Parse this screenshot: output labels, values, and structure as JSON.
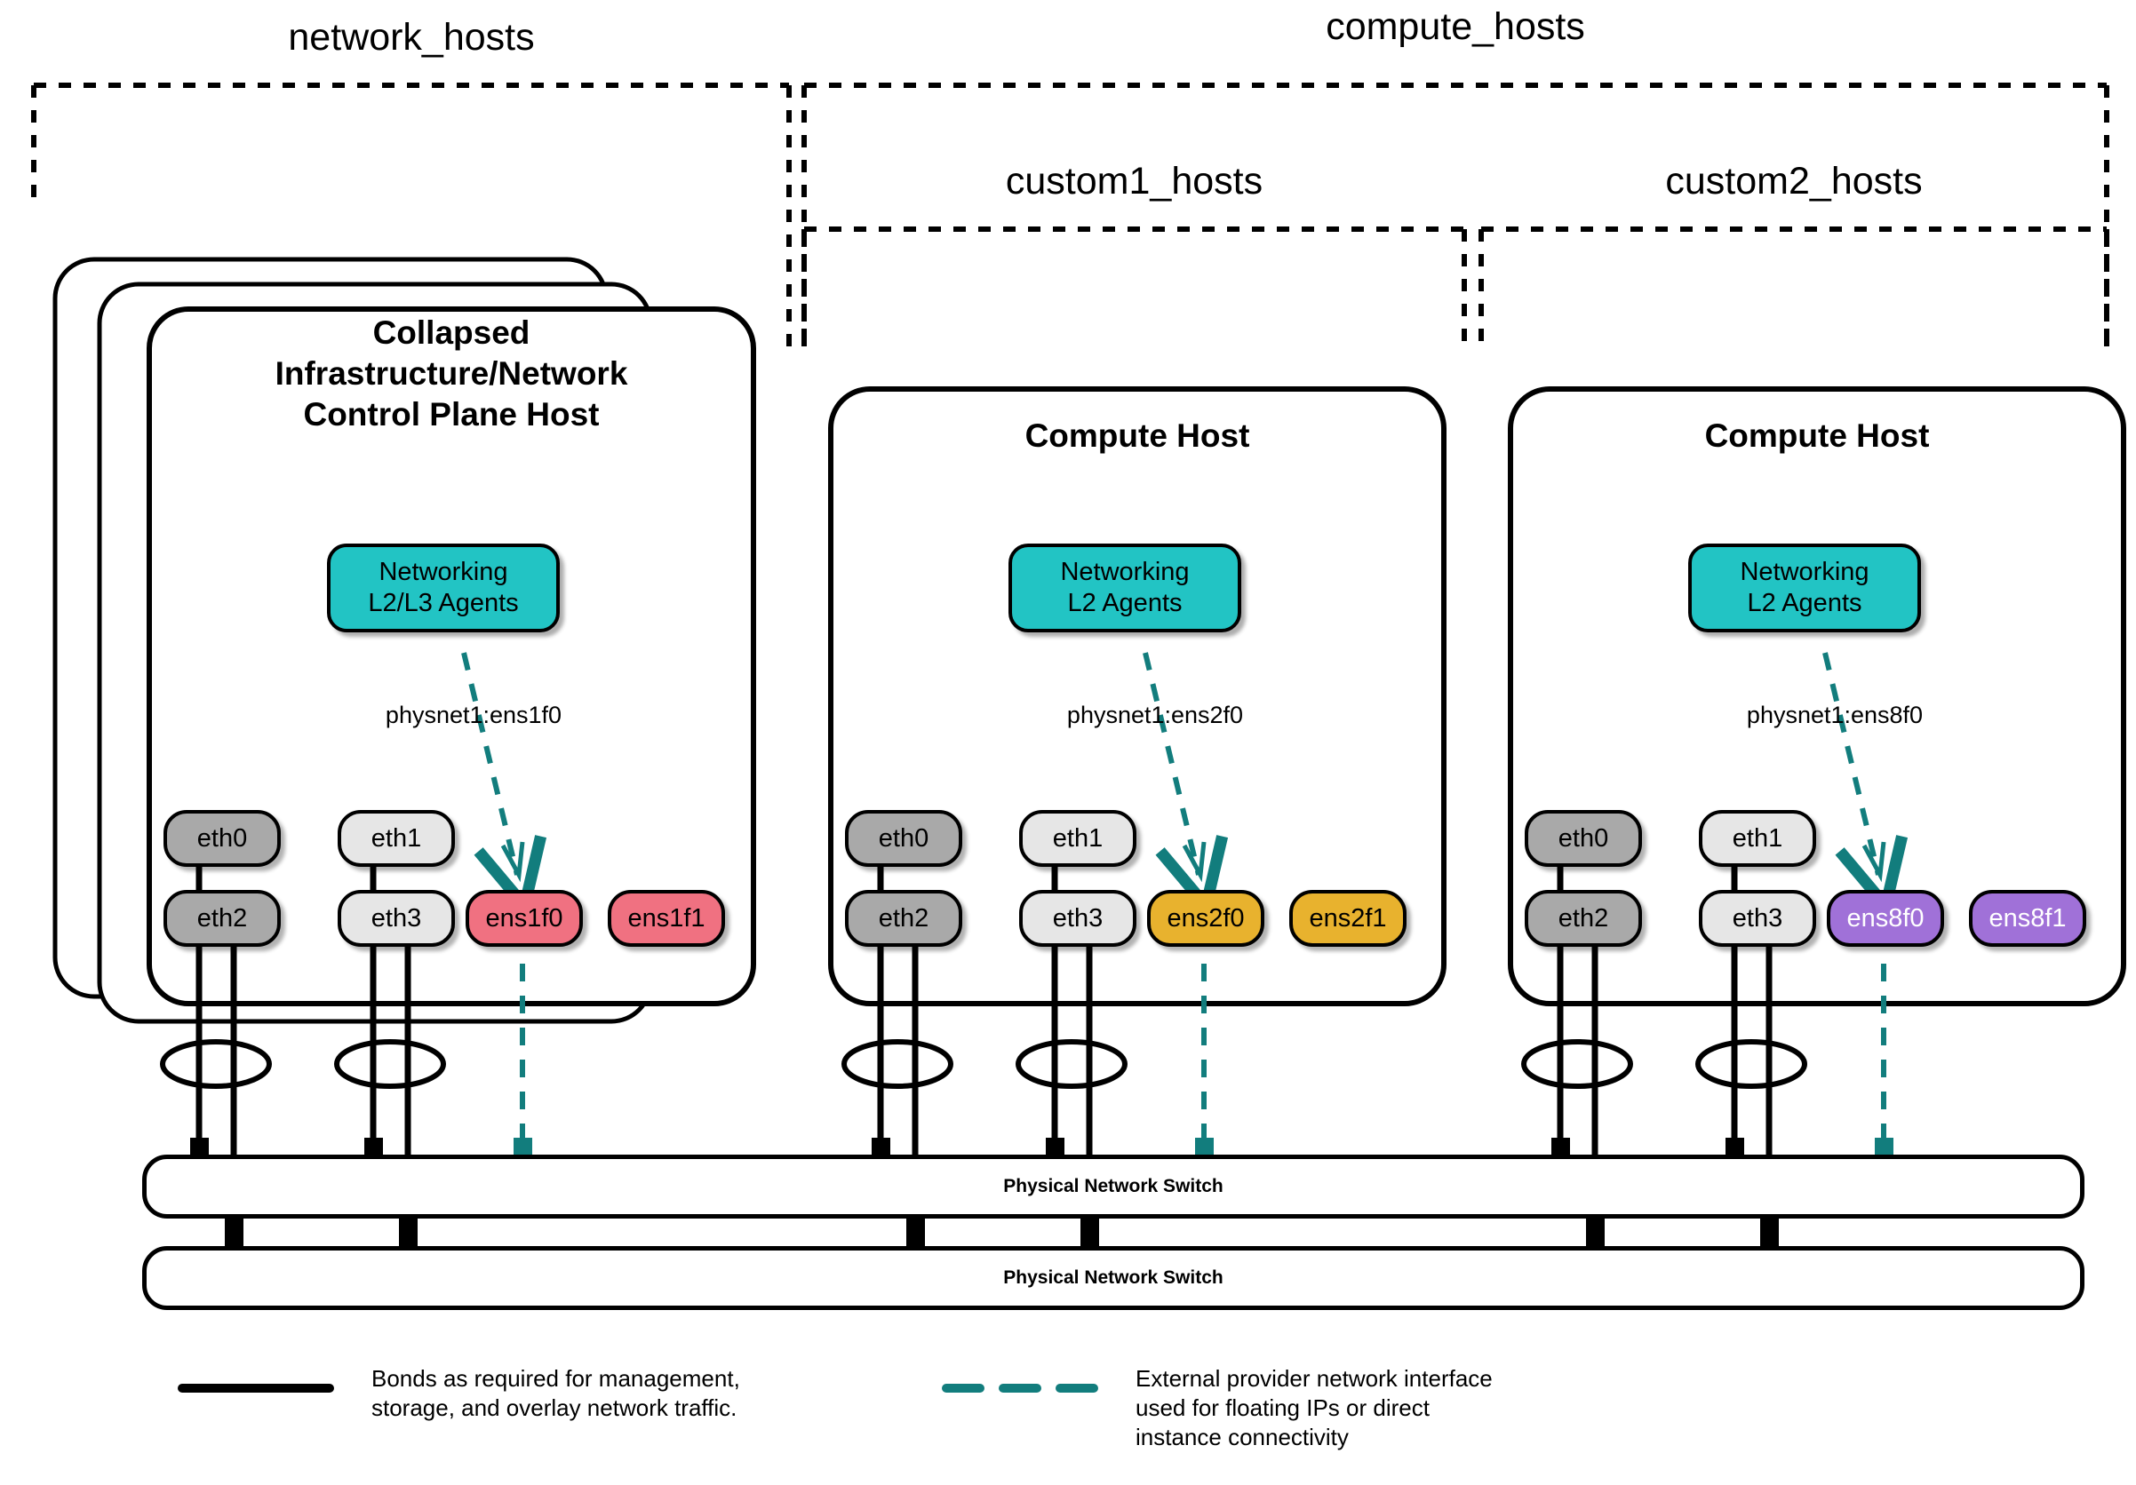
{
  "groups": [
    {
      "id": "network_hosts",
      "label": "network_hosts"
    },
    {
      "id": "compute_hosts",
      "label": "compute_hosts"
    },
    {
      "id": "custom1_hosts",
      "label": "custom1_hosts"
    },
    {
      "id": "custom2_hosts",
      "label": "custom2_hosts"
    }
  ],
  "hosts": [
    {
      "id": "control-plane-host",
      "title": "Collapsed\nInfrastructure/Network\nControl Plane Host",
      "stacked": true,
      "agent": {
        "label": "Networking\nL2/L3 Agents",
        "color": "#22c4c4"
      },
      "physnet": "physnet1:ens1f0",
      "nics_top": [
        {
          "name": "eth0",
          "color": "#a9a9a9",
          "text_color": "#000000"
        },
        {
          "name": "eth1",
          "color": "#e6e6e6",
          "text_color": "#000000"
        }
      ],
      "nics_bottom": [
        {
          "name": "eth2",
          "color": "#a9a9a9",
          "text_color": "#000000"
        },
        {
          "name": "eth3",
          "color": "#e6e6e6",
          "text_color": "#000000"
        },
        {
          "name": "ens1f0",
          "color": "#f07181",
          "text_color": "#000000"
        },
        {
          "name": "ens1f1",
          "color": "#f07181",
          "text_color": "#000000"
        }
      ]
    },
    {
      "id": "compute-host-1",
      "title": "Compute Host",
      "stacked": false,
      "agent": {
        "label": "Networking\nL2 Agents",
        "color": "#22c4c4"
      },
      "physnet": "physnet1:ens2f0",
      "nics_top": [
        {
          "name": "eth0",
          "color": "#a9a9a9",
          "text_color": "#000000"
        },
        {
          "name": "eth1",
          "color": "#e6e6e6",
          "text_color": "#000000"
        }
      ],
      "nics_bottom": [
        {
          "name": "eth2",
          "color": "#a9a9a9",
          "text_color": "#000000"
        },
        {
          "name": "eth3",
          "color": "#e6e6e6",
          "text_color": "#000000"
        },
        {
          "name": "ens2f0",
          "color": "#e8b22e",
          "text_color": "#000000"
        },
        {
          "name": "ens2f1",
          "color": "#e8b22e",
          "text_color": "#000000"
        }
      ]
    },
    {
      "id": "compute-host-2",
      "title": "Compute Host",
      "stacked": false,
      "agent": {
        "label": "Networking\nL2 Agents",
        "color": "#22c4c4"
      },
      "physnet": "physnet1:ens8f0",
      "nics_top": [
        {
          "name": "eth0",
          "color": "#a9a9a9",
          "text_color": "#000000"
        },
        {
          "name": "eth1",
          "color": "#e6e6e6",
          "text_color": "#000000"
        }
      ],
      "nics_bottom": [
        {
          "name": "eth2",
          "color": "#a9a9a9",
          "text_color": "#000000"
        },
        {
          "name": "eth3",
          "color": "#e6e6e6",
          "text_color": "#000000"
        },
        {
          "name": "ens8f0",
          "color": "#a071d8",
          "text_color": "#ffffff"
        },
        {
          "name": "ens8f1",
          "color": "#a071d8",
          "text_color": "#ffffff"
        }
      ]
    }
  ],
  "switches": [
    {
      "id": "switch-top",
      "label": "Physical Network Switch"
    },
    {
      "id": "switch-bottom",
      "label": "Physical Network Switch"
    }
  ],
  "legend": [
    {
      "id": "legend-bonds",
      "style": "solid",
      "color": "#000000",
      "text": "Bonds as required for management,\nstorage, and overlay network traffic."
    },
    {
      "id": "legend-provider",
      "style": "dashed",
      "color": "#127d7d",
      "text": "External provider network interface\nused for floating IPs or direct\ninstance connectivity"
    }
  ],
  "colors": {
    "teal_accent": "#127d7d",
    "agent_cyan": "#22c4c4",
    "nic_gray_dark": "#a9a9a9",
    "nic_gray_light": "#e6e6e6",
    "nic_pink": "#f07181",
    "nic_gold": "#e8b22e",
    "nic_purple": "#a071d8",
    "stroke": "#000000"
  }
}
